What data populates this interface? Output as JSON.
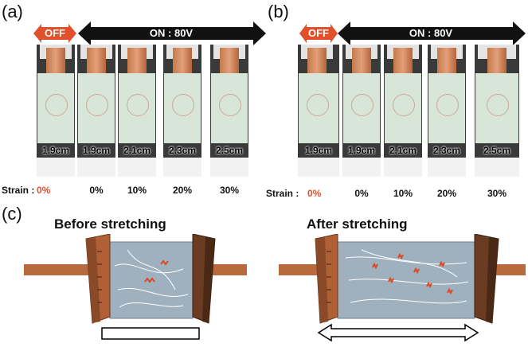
{
  "panel_a": {
    "label": "(a)",
    "off_label": "OFF",
    "on_label": "ON : 80V",
    "lengths": [
      "1.9cm",
      "1.9cm",
      "2.1cm",
      "2.3cm",
      "2.5cm"
    ],
    "strain_label": "Strain :",
    "strains": [
      "0%",
      "0%",
      "10%",
      "20%",
      "30%"
    ]
  },
  "panel_b": {
    "label": "(b)",
    "off_label": "OFF",
    "on_label": "ON : 80V",
    "lengths": [
      "1.9cm",
      "1.9cm",
      "2.1cm",
      "2.3cm",
      "2.5cm"
    ],
    "strain_label": "Strain :",
    "strains": [
      "0%",
      "0%",
      "10%",
      "20%",
      "30%"
    ]
  },
  "panel_c": {
    "label": "(c)",
    "before_title": "Before stretching",
    "after_title": "After stretching"
  },
  "colors": {
    "off_arrow": "#e0502a",
    "on_arrow": "#111111",
    "copper": "#b8693e",
    "film": "#9fb0bf",
    "heater": "#d94a20"
  }
}
